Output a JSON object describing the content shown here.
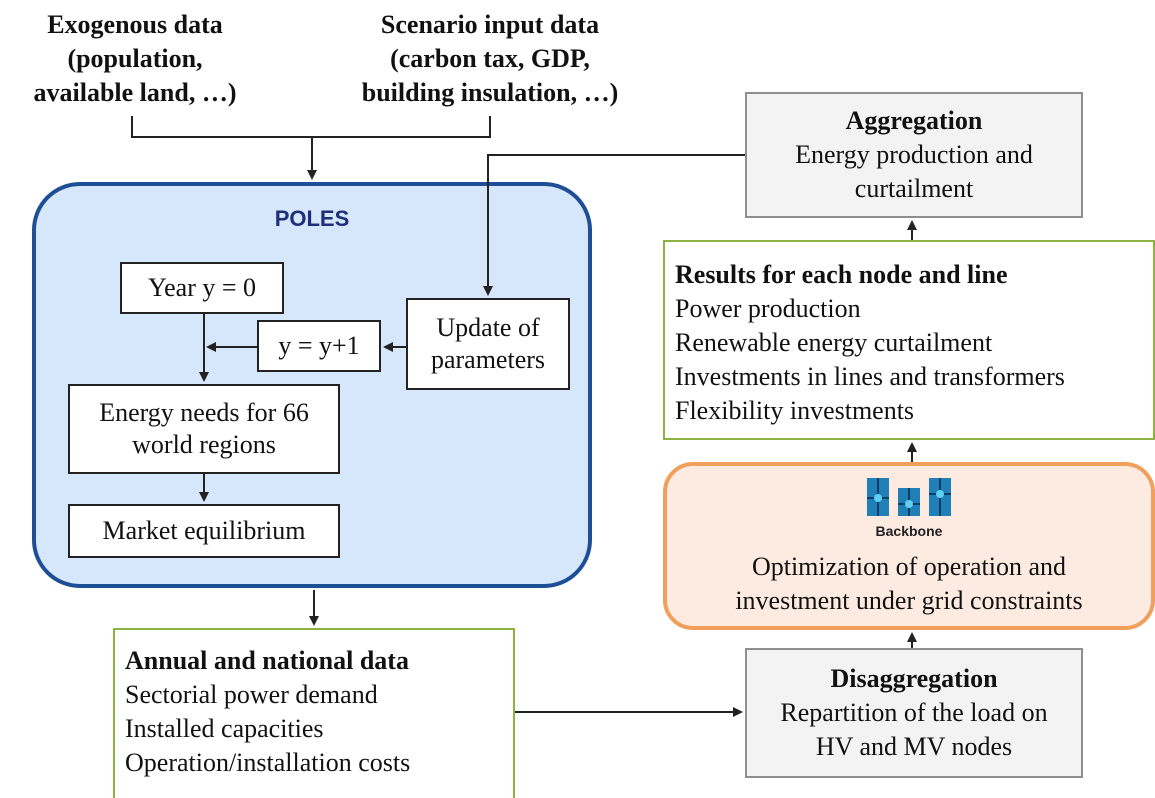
{
  "exogenous": {
    "line1": "Exogenous data",
    "line2": "(population,",
    "line3": "available land, …)"
  },
  "scenario": {
    "line1": "Scenario input data",
    "line2": "(carbon tax, GDP,",
    "line3": "building insulation, …)"
  },
  "poles": {
    "title": "POLES",
    "year": "Year y = 0",
    "increment": "y = y+1",
    "update_line1": "Update of",
    "update_line2": "parameters",
    "energy_line1": "Energy needs for 66",
    "energy_line2": "world regions",
    "market": "Market equilibrium"
  },
  "aggregation": {
    "title": "Aggregation",
    "line1": "Energy production and",
    "line2": "curtailment"
  },
  "results": {
    "title": "Results for each node and line",
    "items": [
      "Power production",
      "Renewable energy curtailment",
      "Investments in lines and transformers",
      "Flexibility investments"
    ]
  },
  "backbone": {
    "logo_text": "Backbone",
    "line1": "Optimization of operation and",
    "line2": "investment under grid constraints"
  },
  "annual": {
    "title": "Annual and national data",
    "items": [
      "Sectorial power demand",
      "Installed capacities",
      "Operation/installation costs"
    ]
  },
  "disaggregation": {
    "title": "Disaggregation",
    "line1": "Repartition of the load on",
    "line2": "HV and MV nodes"
  },
  "colors": {
    "poles_fill": "#d6e7fb",
    "poles_border": "#1e4f96",
    "green_border": "#8cb33f",
    "orange_border": "#f0a05a",
    "orange_fill": "#fdebe2",
    "grey_border": "#8e8e8e",
    "backbone_logo": "#1f7fb6"
  }
}
